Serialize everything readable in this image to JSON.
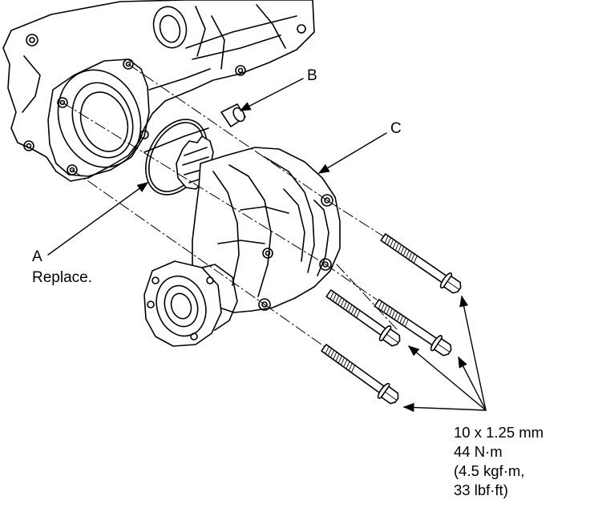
{
  "callouts": {
    "a": {
      "letter": "A",
      "note": "Replace."
    },
    "b": {
      "letter": "B"
    },
    "c": {
      "letter": "C"
    }
  },
  "bolt_spec": {
    "size": "10 x 1.25 mm",
    "torque_nm": "44 N·m",
    "torque_kgfm": "(4.5 kgf·m,",
    "torque_lbfft": "33 lbf·ft)"
  },
  "colors": {
    "line": "#000000",
    "background": "#ffffff"
  }
}
